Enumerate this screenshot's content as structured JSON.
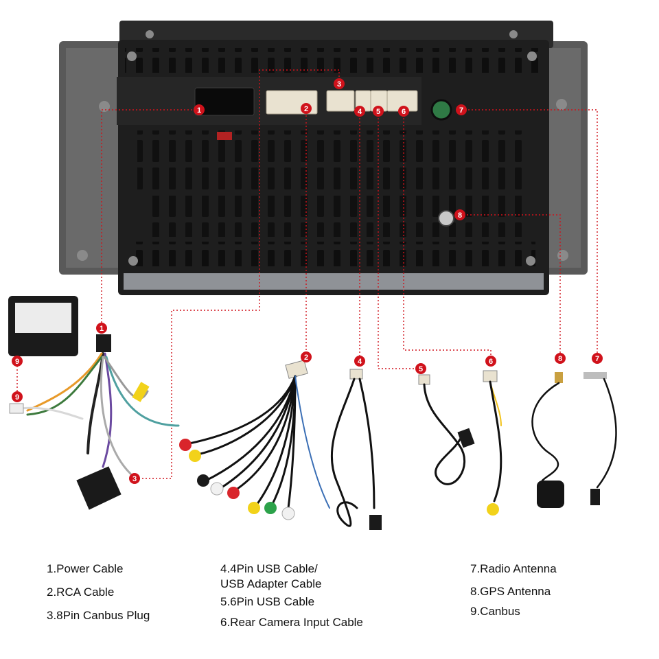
{
  "colors": {
    "marker": "#d0121b",
    "leader": "#d0121b",
    "unit_body": "#1e1e1e",
    "unit_frame": "#5d5d5d",
    "connector": "#e9e2d0",
    "cable": "#111111",
    "rca_red": "#d9252b",
    "rca_yellow": "#f2d21a",
    "rca_white": "#f1f1f1",
    "rca_green": "#2ca24a"
  },
  "markers": {
    "m1": "1",
    "m2": "2",
    "m3": "3",
    "m4": "4",
    "m5": "5",
    "m6": "6",
    "m7": "7",
    "m8": "8",
    "m9": "9"
  },
  "legend": {
    "col1": [
      "1.Power Cable",
      "2.RCA Cable",
      "3.8Pin Canbus Plug"
    ],
    "col2_line1": "4.4Pin USB Cable/",
    "col2_line2": "USB Adapter Cable",
    "col2_line3": "5.6Pin USB Cable",
    "col2_line4": "6.Rear Camera Input Cable",
    "col3": [
      "7.Radio Antenna",
      "8.GPS Antenna",
      "9.Canbus"
    ]
  }
}
